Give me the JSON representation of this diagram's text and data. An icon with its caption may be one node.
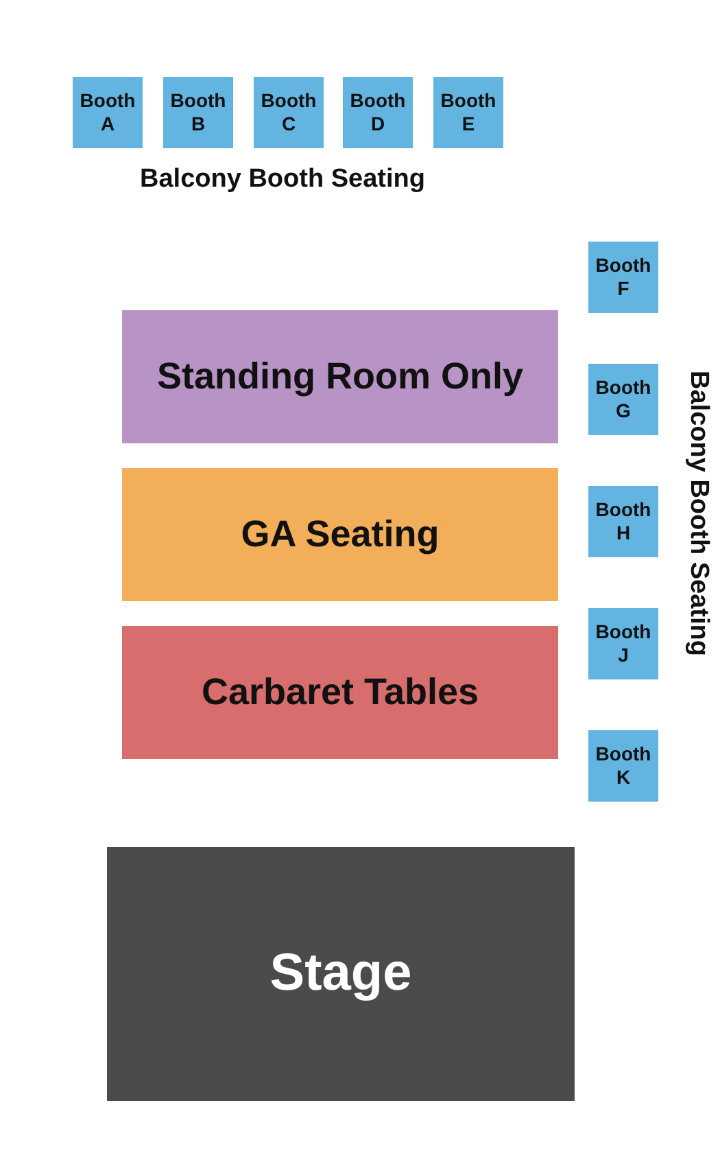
{
  "diagram": {
    "nodes": [
      {
        "text": [
          "Booth A"
        ]
      },
      {
        "text": [
          "Booth B"
        ]
      },
      {
        "text": [
          "Booth C"
        ]
      },
      {
        "text": [
          "Booth D"
        ]
      },
      {
        "text": [
          "Booth E"
        ]
      },
      {
        "text": [
          "Booth F"
        ]
      },
      {
        "text": [
          "Booth G"
        ]
      },
      {
        "text": [
          "Booth H"
        ]
      },
      {
        "text": [
          "Booth J"
        ]
      },
      {
        "text": [
          "Booth K"
        ]
      },
      {
        "text": [
          "Standing Room Only"
        ]
      },
      {
        "text": [
          "GA Seating"
        ]
      },
      {
        "text": [
          "Carbaret Tables"
        ]
      },
      {
        "text": [
          "Stage"
        ]
      }
    ],
    "labels": [
      "Balcony Booth Seating",
      "Balcony Booth Seating"
    ]
  }
}
